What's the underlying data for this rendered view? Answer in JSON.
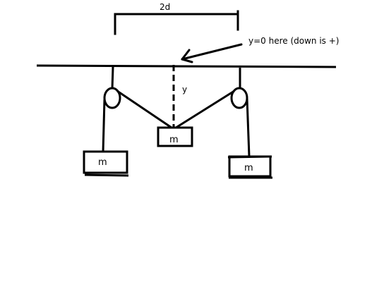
{
  "diagram": {
    "colors": {
      "ink": "#000000",
      "background": "#ffffff"
    },
    "labels": {
      "separation": "2d",
      "origin_note": "y=0 here (down is +)",
      "displacement": "y",
      "mass_left": "m",
      "mass_center": "m",
      "mass_right": "m"
    }
  }
}
